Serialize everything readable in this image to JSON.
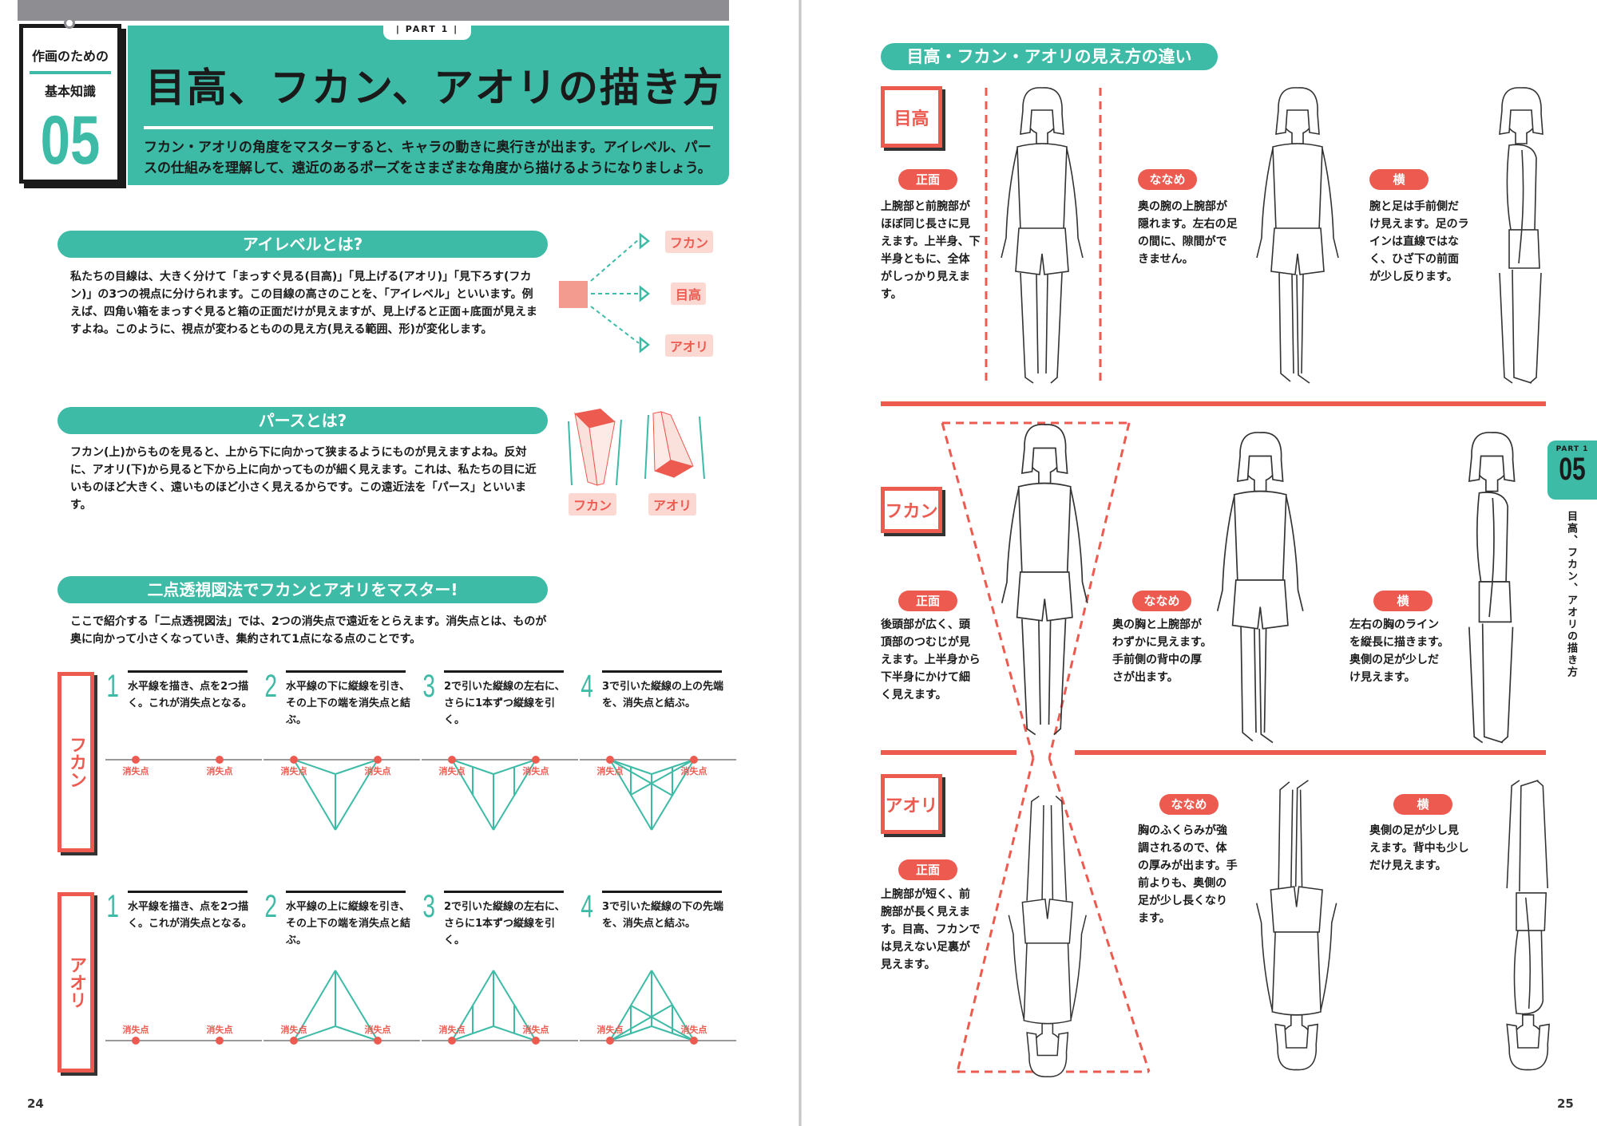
{
  "left_page": {
    "tag": {
      "line1": "作画のための",
      "line2": "基本知識",
      "number": "05"
    },
    "part_label": "| PART 1 |",
    "title": "目高、フカン、アオリの描き方",
    "lead": "フカン・アオリの角度をマスターすると、キャラの動きに奥行きが出ます。アイレベル、パースの仕組みを理解して、遠近のあるポーズをさまざまな角度から描けるようになりましょう。",
    "eyelevel": {
      "heading": "アイレベルとは?",
      "text": "私たちの目線は、大きく分けて「まっすぐ見る(目高)」「見上げる(アオリ)」「見下ろす(フカン)」の3つの視点に分けられます。この目線の高さのことを、「アイレベル」といいます。例えば、四角い箱をまっすぐ見ると箱の正面だけが見えますが、見上げると正面+底面が見えますよね。このように、視点が変わるとものの見え方(見える範囲、形)が変化します。",
      "labels": [
        "フカン",
        "目高",
        "アオリ"
      ]
    },
    "perspective": {
      "heading": "パースとは?",
      "text": "フカン(上)からものを見ると、上から下に向かって狭まるようにものが見えますよね。反対に、アオリ(下)から見ると下から上に向かってものが細く見えます。これは、私たちの目に近いものほど大きく、遠いものほど小さく見えるからです。この遠近法を「パース」といいます。",
      "labels": [
        "フカン",
        "アオリ"
      ]
    },
    "twopoint": {
      "heading": "二点透視図法でフカンとアオリをマスター!",
      "text": "ここで紹介する「二点透視図法」では、2つの消失点で遠近をとらえます。消失点とは、ものが奥に向かって小さくなっていき、集約されて1点になる点のことです。",
      "vp_label": "消失点",
      "rows": [
        {
          "label": "フカン",
          "steps": [
            {
              "n": "1",
              "text": "水平線を描き、点を2つ描く。これが消失点となる。"
            },
            {
              "n": "2",
              "text": "水平線の下に縦線を引き、その上下の端を消失点と結ぶ。"
            },
            {
              "n": "3",
              "text": "2で引いた縦線の左右に、さらに1本ずつ縦線を引く。"
            },
            {
              "n": "4",
              "text": "3で引いた縦線の上の先端を、消失点と結ぶ。"
            }
          ]
        },
        {
          "label": "アオリ",
          "steps": [
            {
              "n": "1",
              "text": "水平線を描き、点を2つ描く。これが消失点となる。"
            },
            {
              "n": "2",
              "text": "水平線の上に縦線を引き、その上下の端を消失点と結ぶ。"
            },
            {
              "n": "3",
              "text": "2で引いた縦線の左右に、さらに1本ずつ縦線を引く。"
            },
            {
              "n": "4",
              "text": "3で引いた縦線の下の先端を、消失点と結ぶ。"
            }
          ]
        }
      ]
    },
    "page_number": "24"
  },
  "right_page": {
    "heading": "目高・フカン・アオリの見え方の違い",
    "rows": [
      {
        "label": "目高",
        "views": [
          {
            "badge": "正面",
            "text": "上腕部と前腕部がほぼ同じ長さに見えます。上半身、下半身ともに、全体がしっかり見えます。"
          },
          {
            "badge": "ななめ",
            "text": "奥の腕の上腕部が隠れます。左右の足の間に、隙間ができません。"
          },
          {
            "badge": "横",
            "text": "腕と足は手前側だけ見えます。足のラインは直線ではなく、ひざ下の前面が少し反ります。"
          }
        ]
      },
      {
        "label": "フカン",
        "views": [
          {
            "badge": "正面",
            "text": "後頭部が広く、頭頂部のつむじが見えます。上半身から下半身にかけて細く見えます。"
          },
          {
            "badge": "ななめ",
            "text": "奥の胸と上腕部がわずかに見えます。手前側の背中の厚さが出ます。"
          },
          {
            "badge": "横",
            "text": "左右の胸のラインを縦長に描きます。奥側の足が少しだけ見えます。"
          }
        ]
      },
      {
        "label": "アオリ",
        "views": [
          {
            "badge": "正面",
            "text": "上腕部が短く、前腕部が長く見えます。目高、フカンでは見えない足裏が見えます。"
          },
          {
            "badge": "ななめ",
            "text": "胸のふくらみが強調されるので、体の厚みが出ます。手前よりも、奥側の足が少し長くなります。"
          },
          {
            "badge": "横",
            "text": "奥側の足が少し見えます。背中も少しだけ見えます。"
          }
        ]
      }
    ],
    "side_tab": {
      "part": "PART 1",
      "number": "05",
      "title": "目高、フカン、アオリの描き方"
    },
    "page_number": "25"
  },
  "colors": {
    "teal": "#3dbba6",
    "red": "#ec5a50",
    "pink": "#fbd8d2"
  }
}
